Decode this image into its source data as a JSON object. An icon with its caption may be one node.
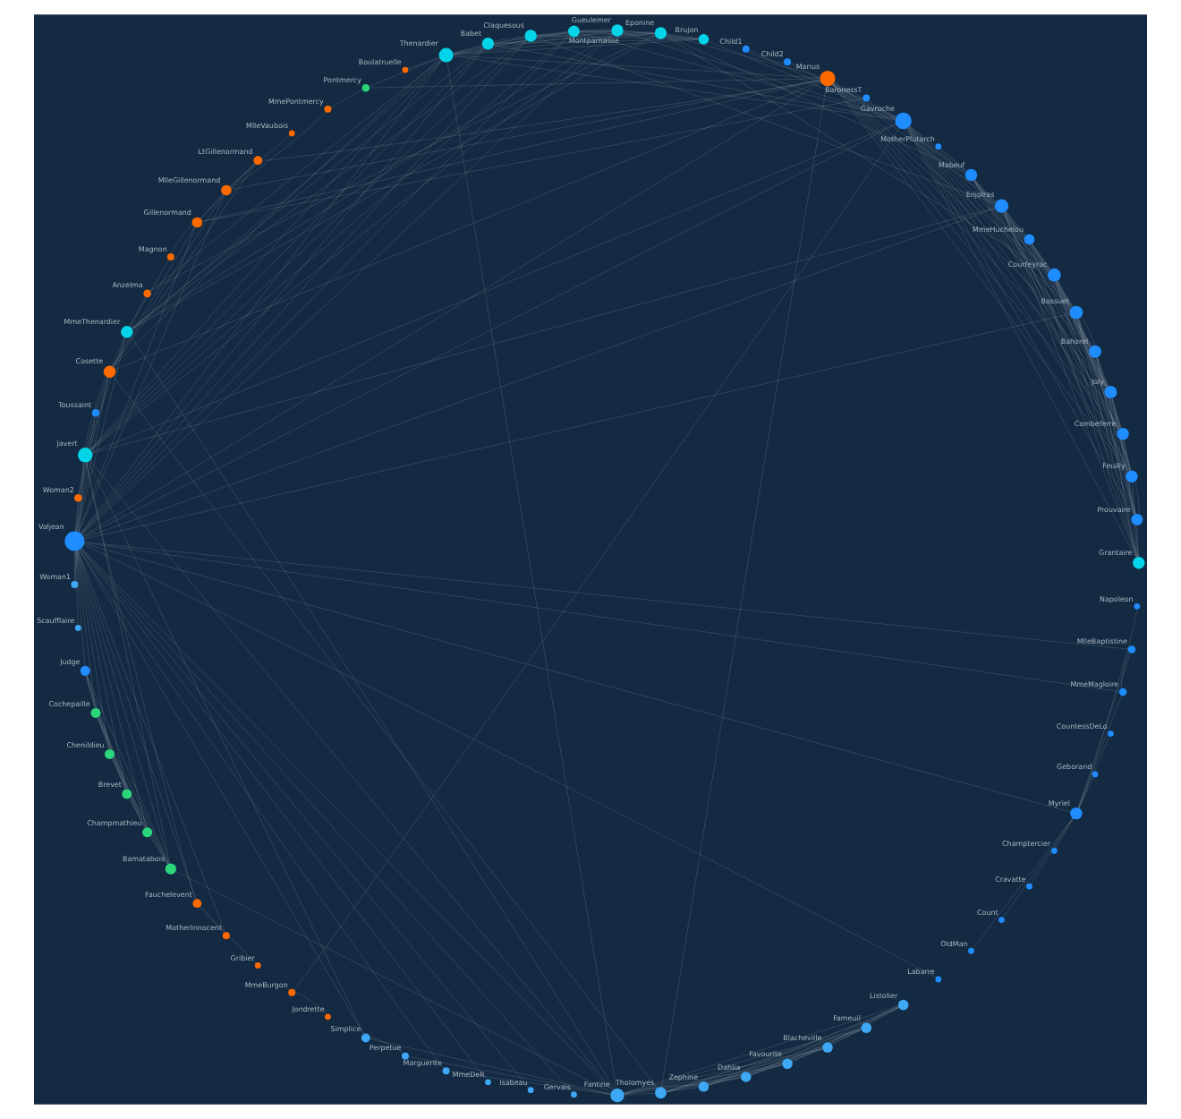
{
  "diagram": {
    "nodes": [
      {
        "text": [
          "Myriel"
        ]
      },
      {
        "text": [
          "Napoleon"
        ]
      },
      {
        "text": [
          "MlleBaptistine"
        ]
      },
      {
        "text": [
          "MmeMagloire"
        ]
      },
      {
        "text": [
          "CountessDeLo"
        ]
      },
      {
        "text": [
          "Geborand"
        ]
      },
      {
        "text": [
          "Champtercier"
        ]
      },
      {
        "text": [
          "Cravatte"
        ]
      },
      {
        "text": [
          "Count"
        ]
      },
      {
        "text": [
          "OldMan"
        ]
      },
      {
        "text": [
          "Labarre"
        ]
      },
      {
        "text": [
          "Valjean"
        ]
      },
      {
        "text": [
          "Marguerite"
        ]
      },
      {
        "text": [
          "MmeDeR"
        ]
      },
      {
        "text": [
          "Isabeau"
        ]
      },
      {
        "text": [
          "Gervais"
        ]
      },
      {
        "text": [
          "Tholomyes"
        ]
      },
      {
        "text": [
          "Listolier"
        ]
      },
      {
        "text": [
          "Fameuil"
        ]
      },
      {
        "text": [
          "Blacheville"
        ]
      },
      {
        "text": [
          "Favourite"
        ]
      },
      {
        "text": [
          "Dahlia"
        ]
      },
      {
        "text": [
          "Zephine"
        ]
      },
      {
        "text": [
          "Fantine"
        ]
      },
      {
        "text": [
          "MmeThenardier"
        ]
      },
      {
        "text": [
          "Thenardier"
        ]
      },
      {
        "text": [
          "Cosette"
        ]
      },
      {
        "text": [
          "Javert"
        ]
      },
      {
        "text": [
          "Fauchelevent"
        ]
      },
      {
        "text": [
          "Bamatabois"
        ]
      },
      {
        "text": [
          "Perpetue"
        ]
      },
      {
        "text": [
          "Simplice"
        ]
      },
      {
        "text": [
          "Scaufflaire"
        ]
      },
      {
        "text": [
          "Woman1"
        ]
      },
      {
        "text": [
          "Judge"
        ]
      },
      {
        "text": [
          "Champmathieu"
        ]
      },
      {
        "text": [
          "Brevet"
        ]
      },
      {
        "text": [
          "Chenildieu"
        ]
      },
      {
        "text": [
          "Cochepaille"
        ]
      },
      {
        "text": [
          "Pontmercy"
        ]
      },
      {
        "text": [
          "Boulatruelle"
        ]
      },
      {
        "text": [
          "Eponine"
        ]
      },
      {
        "text": [
          "Anzelma"
        ]
      },
      {
        "text": [
          "Woman2"
        ]
      },
      {
        "text": [
          "MotherInnocent"
        ]
      },
      {
        "text": [
          "Gribier"
        ]
      },
      {
        "text": [
          "Jondrette"
        ]
      },
      {
        "text": [
          "MmeBurgon"
        ]
      },
      {
        "text": [
          "Gavroche"
        ]
      },
      {
        "text": [
          "Gillenormand"
        ]
      },
      {
        "text": [
          "Magnon"
        ]
      },
      {
        "text": [
          "MlleGillenormand"
        ]
      },
      {
        "text": [
          "MmePontmercy"
        ]
      },
      {
        "text": [
          "MlleVaubois"
        ]
      },
      {
        "text": [
          "LtGillenormand"
        ]
      },
      {
        "text": [
          "Marius"
        ]
      },
      {
        "text": [
          "BaronessT"
        ]
      },
      {
        "text": [
          "Mabeuf"
        ]
      },
      {
        "text": [
          "Enjolras"
        ]
      },
      {
        "text": [
          "Combeferre"
        ]
      },
      {
        "text": [
          "Prouvaire"
        ]
      },
      {
        "text": [
          "Feuilly"
        ]
      },
      {
        "text": [
          "Courfeyrac"
        ]
      },
      {
        "text": [
          "Bahorel"
        ]
      },
      {
        "text": [
          "Bossuet"
        ]
      },
      {
        "text": [
          "Joly"
        ]
      },
      {
        "text": [
          "Grantaire"
        ]
      },
      {
        "text": [
          "MotherPlutarch"
        ]
      },
      {
        "text": [
          "Gueulemer"
        ]
      },
      {
        "text": [
          "Babet"
        ]
      },
      {
        "text": [
          "Claquesous"
        ]
      },
      {
        "text": [
          "Montparnasse"
        ]
      },
      {
        "text": [
          "Toussaint"
        ]
      },
      {
        "text": [
          "Child1"
        ]
      },
      {
        "text": [
          "Child2"
        ]
      },
      {
        "text": [
          "Brujon"
        ]
      },
      {
        "text": [
          "MmeHuchelou"
        ]
      }
    ],
    "edges": [
      {
        "from": 1,
        "to": 0,
        "arrow": "none"
      },
      {
        "from": 2,
        "to": 0,
        "arrow": "none"
      },
      {
        "from": 3,
        "to": 0,
        "arrow": "none"
      },
      {
        "from": 3,
        "to": 2,
        "arrow": "none"
      },
      {
        "from": 4,
        "to": 0,
        "arrow": "none"
      },
      {
        "from": 5,
        "to": 0,
        "arrow": "none"
      },
      {
        "from": 6,
        "to": 0,
        "arrow": "none"
      },
      {
        "from": 7,
        "to": 0,
        "arrow": "none"
      },
      {
        "from": 8,
        "to": 0,
        "arrow": "none"
      },
      {
        "from": 9,
        "to": 0,
        "arrow": "none"
      },
      {
        "from": 11,
        "to": 10,
        "arrow": "none"
      },
      {
        "from": 11,
        "to": 3,
        "arrow": "none"
      },
      {
        "from": 11,
        "to": 2,
        "arrow": "none"
      },
      {
        "from": 11,
        "to": 0,
        "arrow": "none"
      },
      {
        "from": 12,
        "to": 11,
        "arrow": "none"
      },
      {
        "from": 13,
        "to": 11,
        "arrow": "none"
      },
      {
        "from": 14,
        "to": 11,
        "arrow": "none"
      },
      {
        "from": 15,
        "to": 11,
        "arrow": "none"
      },
      {
        "from": 17,
        "to": 16,
        "arrow": "none"
      },
      {
        "from": 18,
        "to": 16,
        "arrow": "none"
      },
      {
        "from": 18,
        "to": 17,
        "arrow": "none"
      },
      {
        "from": 19,
        "to": 16,
        "arrow": "none"
      },
      {
        "from": 19,
        "to": 17,
        "arrow": "none"
      },
      {
        "from": 19,
        "to": 18,
        "arrow": "none"
      },
      {
        "from": 20,
        "to": 16,
        "arrow": "none"
      },
      {
        "from": 20,
        "to": 17,
        "arrow": "none"
      },
      {
        "from": 20,
        "to": 18,
        "arrow": "none"
      },
      {
        "from": 20,
        "to": 19,
        "arrow": "none"
      },
      {
        "from": 21,
        "to": 16,
        "arrow": "none"
      },
      {
        "from": 21,
        "to": 17,
        "arrow": "none"
      },
      {
        "from": 21,
        "to": 18,
        "arrow": "none"
      },
      {
        "from": 21,
        "to": 19,
        "arrow": "none"
      },
      {
        "from": 21,
        "to": 20,
        "arrow": "none"
      },
      {
        "from": 22,
        "to": 16,
        "arrow": "none"
      },
      {
        "from": 22,
        "to": 17,
        "arrow": "none"
      },
      {
        "from": 22,
        "to": 18,
        "arrow": "none"
      },
      {
        "from": 22,
        "to": 19,
        "arrow": "none"
      },
      {
        "from": 22,
        "to": 20,
        "arrow": "none"
      },
      {
        "from": 22,
        "to": 21,
        "arrow": "none"
      },
      {
        "from": 23,
        "to": 16,
        "arrow": "none"
      },
      {
        "from": 23,
        "to": 17,
        "arrow": "none"
      },
      {
        "from": 23,
        "to": 18,
        "arrow": "none"
      },
      {
        "from": 23,
        "to": 19,
        "arrow": "none"
      },
      {
        "from": 23,
        "to": 20,
        "arrow": "none"
      },
      {
        "from": 23,
        "to": 21,
        "arrow": "none"
      },
      {
        "from": 23,
        "to": 22,
        "arrow": "none"
      },
      {
        "from": 23,
        "to": 12,
        "arrow": "none"
      },
      {
        "from": 23,
        "to": 11,
        "arrow": "none"
      },
      {
        "from": 24,
        "to": 23,
        "arrow": "none"
      },
      {
        "from": 24,
        "to": 11,
        "arrow": "none"
      },
      {
        "from": 25,
        "to": 24,
        "arrow": "none"
      },
      {
        "from": 25,
        "to": 23,
        "arrow": "none"
      },
      {
        "from": 25,
        "to": 11,
        "arrow": "none"
      },
      {
        "from": 26,
        "to": 24,
        "arrow": "none"
      },
      {
        "from": 26,
        "to": 11,
        "arrow": "none"
      },
      {
        "from": 26,
        "to": 16,
        "arrow": "none"
      },
      {
        "from": 26,
        "to": 25,
        "arrow": "none"
      },
      {
        "from": 27,
        "to": 11,
        "arrow": "none"
      },
      {
        "from": 27,
        "to": 23,
        "arrow": "none"
      },
      {
        "from": 27,
        "to": 25,
        "arrow": "none"
      },
      {
        "from": 27,
        "to": 24,
        "arrow": "none"
      },
      {
        "from": 27,
        "to": 26,
        "arrow": "none"
      },
      {
        "from": 28,
        "to": 11,
        "arrow": "none"
      },
      {
        "from": 28,
        "to": 27,
        "arrow": "none"
      },
      {
        "from": 29,
        "to": 23,
        "arrow": "none"
      },
      {
        "from": 29,
        "to": 27,
        "arrow": "none"
      },
      {
        "from": 29,
        "to": 11,
        "arrow": "none"
      },
      {
        "from": 30,
        "to": 23,
        "arrow": "none"
      },
      {
        "from": 31,
        "to": 30,
        "arrow": "none"
      },
      {
        "from": 31,
        "to": 11,
        "arrow": "none"
      },
      {
        "from": 31,
        "to": 23,
        "arrow": "none"
      },
      {
        "from": 31,
        "to": 27,
        "arrow": "none"
      },
      {
        "from": 32,
        "to": 11,
        "arrow": "none"
      },
      {
        "from": 33,
        "to": 11,
        "arrow": "none"
      },
      {
        "from": 33,
        "to": 27,
        "arrow": "none"
      },
      {
        "from": 34,
        "to": 11,
        "arrow": "none"
      },
      {
        "from": 34,
        "to": 29,
        "arrow": "none"
      },
      {
        "from": 35,
        "to": 11,
        "arrow": "none"
      },
      {
        "from": 35,
        "to": 34,
        "arrow": "none"
      },
      {
        "from": 35,
        "to": 29,
        "arrow": "none"
      },
      {
        "from": 36,
        "to": 34,
        "arrow": "none"
      },
      {
        "from": 36,
        "to": 35,
        "arrow": "none"
      },
      {
        "from": 36,
        "to": 11,
        "arrow": "none"
      },
      {
        "from": 36,
        "to": 29,
        "arrow": "none"
      },
      {
        "from": 37,
        "to": 34,
        "arrow": "none"
      },
      {
        "from": 37,
        "to": 35,
        "arrow": "none"
      },
      {
        "from": 37,
        "to": 36,
        "arrow": "none"
      },
      {
        "from": 37,
        "to": 11,
        "arrow": "none"
      },
      {
        "from": 37,
        "to": 29,
        "arrow": "none"
      },
      {
        "from": 38,
        "to": 34,
        "arrow": "none"
      },
      {
        "from": 38,
        "to": 35,
        "arrow": "none"
      },
      {
        "from": 38,
        "to": 36,
        "arrow": "none"
      },
      {
        "from": 38,
        "to": 37,
        "arrow": "none"
      },
      {
        "from": 38,
        "to": 11,
        "arrow": "none"
      },
      {
        "from": 38,
        "to": 29,
        "arrow": "none"
      },
      {
        "from": 39,
        "to": 25,
        "arrow": "none"
      },
      {
        "from": 40,
        "to": 25,
        "arrow": "none"
      },
      {
        "from": 41,
        "to": 24,
        "arrow": "none"
      },
      {
        "from": 41,
        "to": 25,
        "arrow": "none"
      },
      {
        "from": 42,
        "to": 41,
        "arrow": "none"
      },
      {
        "from": 42,
        "to": 25,
        "arrow": "none"
      },
      {
        "from": 42,
        "to": 24,
        "arrow": "none"
      },
      {
        "from": 43,
        "to": 11,
        "arrow": "none"
      },
      {
        "from": 43,
        "to": 26,
        "arrow": "none"
      },
      {
        "from": 43,
        "to": 27,
        "arrow": "none"
      },
      {
        "from": 44,
        "to": 28,
        "arrow": "none"
      },
      {
        "from": 44,
        "to": 11,
        "arrow": "none"
      },
      {
        "from": 45,
        "to": 28,
        "arrow": "none"
      },
      {
        "from": 47,
        "to": 46,
        "arrow": "none"
      },
      {
        "from": 48,
        "to": 47,
        "arrow": "none"
      },
      {
        "from": 48,
        "to": 25,
        "arrow": "none"
      },
      {
        "from": 48,
        "to": 27,
        "arrow": "none"
      },
      {
        "from": 48,
        "to": 11,
        "arrow": "none"
      },
      {
        "from": 49,
        "to": 26,
        "arrow": "none"
      },
      {
        "from": 49,
        "to": 11,
        "arrow": "none"
      },
      {
        "from": 50,
        "to": 49,
        "arrow": "none"
      },
      {
        "from": 50,
        "to": 24,
        "arrow": "none"
      },
      {
        "from": 51,
        "to": 49,
        "arrow": "none"
      },
      {
        "from": 51,
        "to": 26,
        "arrow": "none"
      },
      {
        "from": 51,
        "to": 11,
        "arrow": "none"
      },
      {
        "from": 52,
        "to": 51,
        "arrow": "none"
      },
      {
        "from": 52,
        "to": 39,
        "arrow": "none"
      },
      {
        "from": 53,
        "to": 51,
        "arrow": "none"
      },
      {
        "from": 54,
        "to": 51,
        "arrow": "none"
      },
      {
        "from": 54,
        "to": 49,
        "arrow": "none"
      },
      {
        "from": 54,
        "to": 26,
        "arrow": "none"
      },
      {
        "from": 55,
        "to": 51,
        "arrow": "none"
      },
      {
        "from": 55,
        "to": 49,
        "arrow": "none"
      },
      {
        "from": 55,
        "to": 39,
        "arrow": "none"
      },
      {
        "from": 55,
        "to": 54,
        "arrow": "none"
      },
      {
        "from": 55,
        "to": 26,
        "arrow": "none"
      },
      {
        "from": 55,
        "to": 11,
        "arrow": "none"
      },
      {
        "from": 55,
        "to": 16,
        "arrow": "none"
      },
      {
        "from": 55,
        "to": 25,
        "arrow": "none"
      },
      {
        "from": 55,
        "to": 41,
        "arrow": "none"
      },
      {
        "from": 55,
        "to": 48,
        "arrow": "none"
      },
      {
        "from": 56,
        "to": 49,
        "arrow": "none"
      },
      {
        "from": 56,
        "to": 55,
        "arrow": "none"
      },
      {
        "from": 57,
        "to": 55,
        "arrow": "none"
      },
      {
        "from": 57,
        "to": 41,
        "arrow": "none"
      },
      {
        "from": 57,
        "to": 48,
        "arrow": "none"
      },
      {
        "from": 58,
        "to": 55,
        "arrow": "none"
      },
      {
        "from": 58,
        "to": 48,
        "arrow": "none"
      },
      {
        "from": 58,
        "to": 27,
        "arrow": "none"
      },
      {
        "from": 58,
        "to": 57,
        "arrow": "none"
      },
      {
        "from": 58,
        "to": 11,
        "arrow": "none"
      },
      {
        "from": 59,
        "to": 58,
        "arrow": "none"
      },
      {
        "from": 59,
        "to": 55,
        "arrow": "none"
      },
      {
        "from": 59,
        "to": 48,
        "arrow": "none"
      },
      {
        "from": 59,
        "to": 57,
        "arrow": "none"
      },
      {
        "from": 60,
        "to": 48,
        "arrow": "none"
      },
      {
        "from": 60,
        "to": 58,
        "arrow": "none"
      },
      {
        "from": 60,
        "to": 59,
        "arrow": "none"
      },
      {
        "from": 61,
        "to": 48,
        "arrow": "none"
      },
      {
        "from": 61,
        "to": 58,
        "arrow": "none"
      },
      {
        "from": 61,
        "to": 60,
        "arrow": "none"
      },
      {
        "from": 61,
        "to": 59,
        "arrow": "none"
      },
      {
        "from": 61,
        "to": 57,
        "arrow": "none"
      },
      {
        "from": 61,
        "to": 55,
        "arrow": "none"
      },
      {
        "from": 62,
        "to": 55,
        "arrow": "none"
      },
      {
        "from": 62,
        "to": 58,
        "arrow": "none"
      },
      {
        "from": 62,
        "to": 59,
        "arrow": "none"
      },
      {
        "from": 62,
        "to": 48,
        "arrow": "none"
      },
      {
        "from": 62,
        "to": 57,
        "arrow": "none"
      },
      {
        "from": 62,
        "to": 41,
        "arrow": "none"
      },
      {
        "from": 62,
        "to": 61,
        "arrow": "none"
      },
      {
        "from": 62,
        "to": 60,
        "arrow": "none"
      },
      {
        "from": 63,
        "to": 59,
        "arrow": "none"
      },
      {
        "from": 63,
        "to": 48,
        "arrow": "none"
      },
      {
        "from": 63,
        "to": 62,
        "arrow": "none"
      },
      {
        "from": 63,
        "to": 57,
        "arrow": "none"
      },
      {
        "from": 63,
        "to": 58,
        "arrow": "none"
      },
      {
        "from": 63,
        "to": 61,
        "arrow": "none"
      },
      {
        "from": 63,
        "to": 60,
        "arrow": "none"
      },
      {
        "from": 63,
        "to": 55,
        "arrow": "none"
      },
      {
        "from": 64,
        "to": 55,
        "arrow": "none"
      },
      {
        "from": 64,
        "to": 62,
        "arrow": "none"
      },
      {
        "from": 64,
        "to": 48,
        "arrow": "none"
      },
      {
        "from": 64,
        "to": 63,
        "arrow": "none"
      },
      {
        "from": 64,
        "to": 58,
        "arrow": "none"
      },
      {
        "from": 64,
        "to": 61,
        "arrow": "none"
      },
      {
        "from": 64,
        "to": 60,
        "arrow": "none"
      },
      {
        "from": 64,
        "to": 59,
        "arrow": "none"
      },
      {
        "from": 64,
        "to": 57,
        "arrow": "none"
      },
      {
        "from": 64,
        "to": 11,
        "arrow": "none"
      },
      {
        "from": 65,
        "to": 63,
        "arrow": "none"
      },
      {
        "from": 65,
        "to": 64,
        "arrow": "none"
      },
      {
        "from": 65,
        "to": 48,
        "arrow": "none"
      },
      {
        "from": 65,
        "to": 62,
        "arrow": "none"
      },
      {
        "from": 65,
        "to": 58,
        "arrow": "none"
      },
      {
        "from": 65,
        "to": 61,
        "arrow": "none"
      },
      {
        "from": 65,
        "to": 60,
        "arrow": "none"
      },
      {
        "from": 65,
        "to": 59,
        "arrow": "none"
      },
      {
        "from": 65,
        "to": 57,
        "arrow": "none"
      },
      {
        "from": 65,
        "to": 55,
        "arrow": "none"
      },
      {
        "from": 66,
        "to": 64,
        "arrow": "none"
      },
      {
        "from": 66,
        "to": 58,
        "arrow": "none"
      },
      {
        "from": 66,
        "to": 59,
        "arrow": "none"
      },
      {
        "from": 66,
        "to": 62,
        "arrow": "none"
      },
      {
        "from": 66,
        "to": 65,
        "arrow": "none"
      },
      {
        "from": 66,
        "to": 48,
        "arrow": "none"
      },
      {
        "from": 66,
        "to": 63,
        "arrow": "none"
      },
      {
        "from": 66,
        "to": 61,
        "arrow": "none"
      },
      {
        "from": 66,
        "to": 60,
        "arrow": "none"
      },
      {
        "from": 67,
        "to": 57,
        "arrow": "none"
      },
      {
        "from": 68,
        "to": 25,
        "arrow": "none"
      },
      {
        "from": 68,
        "to": 11,
        "arrow": "none"
      },
      {
        "from": 68,
        "to": 24,
        "arrow": "none"
      },
      {
        "from": 68,
        "to": 27,
        "arrow": "none"
      },
      {
        "from": 68,
        "to": 48,
        "arrow": "none"
      },
      {
        "from": 68,
        "to": 41,
        "arrow": "none"
      },
      {
        "from": 69,
        "to": 25,
        "arrow": "none"
      },
      {
        "from": 69,
        "to": 68,
        "arrow": "none"
      },
      {
        "from": 69,
        "to": 11,
        "arrow": "none"
      },
      {
        "from": 69,
        "to": 24,
        "arrow": "none"
      },
      {
        "from": 69,
        "to": 27,
        "arrow": "none"
      },
      {
        "from": 69,
        "to": 48,
        "arrow": "none"
      },
      {
        "from": 69,
        "to": 41,
        "arrow": "none"
      },
      {
        "from": 70,
        "to": 25,
        "arrow": "none"
      },
      {
        "from": 70,
        "to": 69,
        "arrow": "none"
      },
      {
        "from": 70,
        "to": 68,
        "arrow": "none"
      },
      {
        "from": 70,
        "to": 11,
        "arrow": "none"
      },
      {
        "from": 70,
        "to": 24,
        "arrow": "none"
      },
      {
        "from": 70,
        "to": 27,
        "arrow": "none"
      },
      {
        "from": 70,
        "to": 41,
        "arrow": "none"
      },
      {
        "from": 70,
        "to": 58,
        "arrow": "none"
      },
      {
        "from": 71,
        "to": 27,
        "arrow": "none"
      },
      {
        "from": 71,
        "to": 69,
        "arrow": "none"
      },
      {
        "from": 71,
        "to": 68,
        "arrow": "none"
      },
      {
        "from": 71,
        "to": 70,
        "arrow": "none"
      },
      {
        "from": 71,
        "to": 11,
        "arrow": "none"
      },
      {
        "from": 71,
        "to": 48,
        "arrow": "none"
      },
      {
        "from": 71,
        "to": 41,
        "arrow": "none"
      },
      {
        "from": 71,
        "to": 25,
        "arrow": "none"
      },
      {
        "from": 72,
        "to": 26,
        "arrow": "none"
      },
      {
        "from": 72,
        "to": 27,
        "arrow": "none"
      },
      {
        "from": 72,
        "to": 11,
        "arrow": "none"
      },
      {
        "from": 73,
        "to": 48,
        "arrow": "none"
      },
      {
        "from": 74,
        "to": 48,
        "arrow": "none"
      },
      {
        "from": 74,
        "to": 73,
        "arrow": "none"
      },
      {
        "from": 75,
        "to": 69,
        "arrow": "none"
      },
      {
        "from": 75,
        "to": 68,
        "arrow": "none"
      },
      {
        "from": 75,
        "to": 25,
        "arrow": "none"
      },
      {
        "from": 75,
        "to": 48,
        "arrow": "none"
      },
      {
        "from": 75,
        "to": 41,
        "arrow": "none"
      },
      {
        "from": 75,
        "to": 70,
        "arrow": "none"
      },
      {
        "from": 75,
        "to": 71,
        "arrow": "none"
      },
      {
        "from": 76,
        "to": 64,
        "arrow": "none"
      },
      {
        "from": 76,
        "to": 65,
        "arrow": "none"
      },
      {
        "from": 76,
        "to": 66,
        "arrow": "none"
      },
      {
        "from": 76,
        "to": 63,
        "arrow": "none"
      },
      {
        "from": 76,
        "to": 62,
        "arrow": "none"
      },
      {
        "from": 76,
        "to": 48,
        "arrow": "none"
      },
      {
        "from": 76,
        "to": 58,
        "arrow": "none"
      }
    ]
  }
}
